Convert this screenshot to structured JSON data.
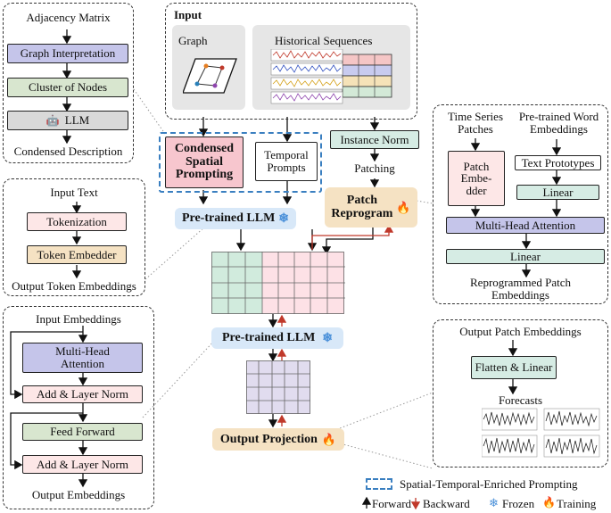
{
  "adjacency": {
    "title": "Adjacency Matrix",
    "step1": "Graph Interpretation",
    "step2": "Cluster of Nodes",
    "step3": "LLM",
    "output": "Condensed Description"
  },
  "input": {
    "title": "Input",
    "graph": "Graph",
    "historical": "Historical Sequences"
  },
  "patching": {
    "title1": "Time Series",
    "title2": "Patches",
    "title3": "Pre-trained Word",
    "title4": "Embeddings",
    "patch_embedder_1": "Patch",
    "patch_embedder_2": "Embe-",
    "patch_embedder_3": "dder",
    "text_prototypes": "Text Prototypes",
    "linear1": "Linear",
    "mha": "Multi-Head Attention",
    "linear2": "Linear",
    "output1": "Reprogrammed Patch",
    "output2": "Embeddings"
  },
  "token": {
    "input": "Input Text",
    "tokenization": "Tokenization",
    "embedder": "Token Embedder",
    "output": "Output Token Embeddings"
  },
  "center": {
    "condensed1": "Condensed",
    "condensed2": "Spatial",
    "condensed3": "Prompting",
    "temporal1": "Temporal",
    "temporal2": "Prompts",
    "instance_norm": "Instance Norm",
    "patching": "Patching",
    "reprogram1": "Patch",
    "reprogram2": "Reprogram",
    "llm_top": "Pre-trained LLM",
    "llm_mid": "Pre-trained LLM",
    "output_projection": "Output Projection"
  },
  "transformer": {
    "input": "Input Embeddings",
    "mha1": "Multi-Head",
    "mha2": "Attention",
    "addnorm1": "Add & Layer Norm",
    "ff": "Feed Forward",
    "addnorm2": "Add & Layer Norm",
    "output": "Output Embeddings"
  },
  "output_panel": {
    "title": "Output Patch Embeddings",
    "flatten": "Flatten & Linear",
    "forecasts": "Forecasts"
  },
  "legend": {
    "st_prompting": "Spatial-Temporal-Enriched Prompting",
    "forward": "Forward",
    "backward": "Backward",
    "frozen": "Frozen",
    "training": "Training"
  },
  "colors": {
    "backward": "#c0392b",
    "frozen": "#4a90d9",
    "training": "#e8622a",
    "prompt_border": "#3a7fc0"
  }
}
